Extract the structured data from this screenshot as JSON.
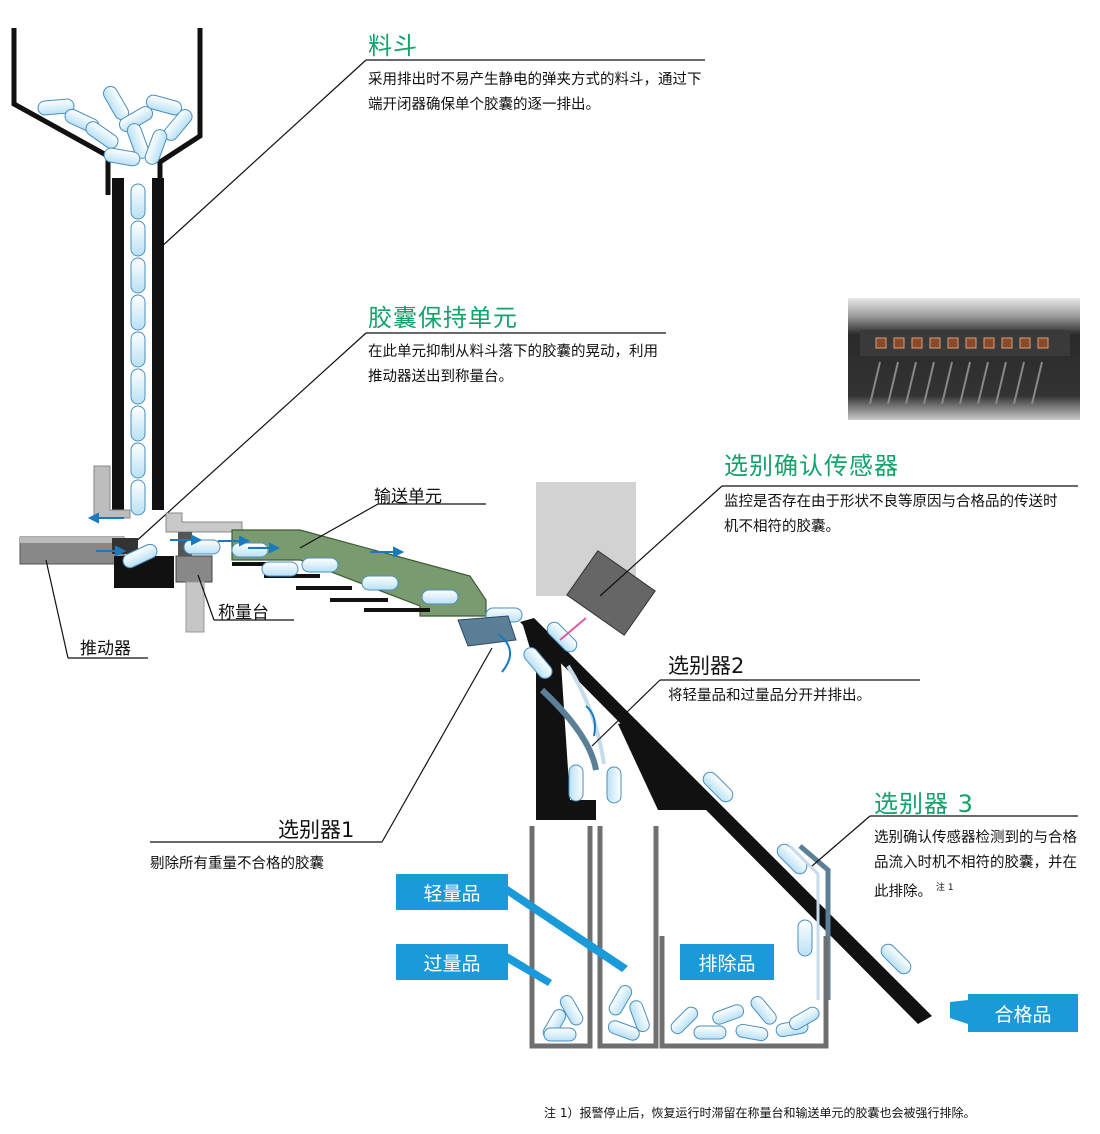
{
  "hopper": {
    "title": "料斗",
    "desc": "采用排出时不易产生静电的弹夹方式的料斗，通过下端开闭器确保单个胶囊的逐一排出。"
  },
  "capsule_hold": {
    "title": "胶囊保持单元",
    "desc": "在此单元抑制从料斗落下的胶囊的晃动，利用推动器送出到称量台。"
  },
  "sort_sensor": {
    "title": "选别确认传感器",
    "desc": "监控是否存在由于形状不良等原因与合格品的传送时机不相符的胶囊。"
  },
  "conveyor": {
    "label": "输送单元"
  },
  "weigh_table": {
    "label": "称量台"
  },
  "pusher": {
    "label": "推动器"
  },
  "sorter2": {
    "title": "选别器2",
    "desc": "将轻量品和过量品分开并排出。"
  },
  "sorter1": {
    "title": "选别器1",
    "desc": "剔除所有重量不合格的胶囊"
  },
  "sorter3": {
    "title": "选别器 3",
    "desc": "选别确认传感器检测到的与合格品流入时机不相符的胶囊，并在此排除。",
    "note_ref": "注 1"
  },
  "bins": {
    "light": "轻量品",
    "over": "过量品",
    "reject": "排除品",
    "pass": "合格品"
  },
  "footnote": "注 1）报警停止后，恢复运行时滞留在称量台和输送单元的胶囊也会被强行排除。",
  "colors": {
    "title_green": "#13a36a",
    "chip_blue": "#1a9ad9",
    "conveyor_green": "#7a9a70",
    "capsule_blue": "#9fd0ec"
  }
}
